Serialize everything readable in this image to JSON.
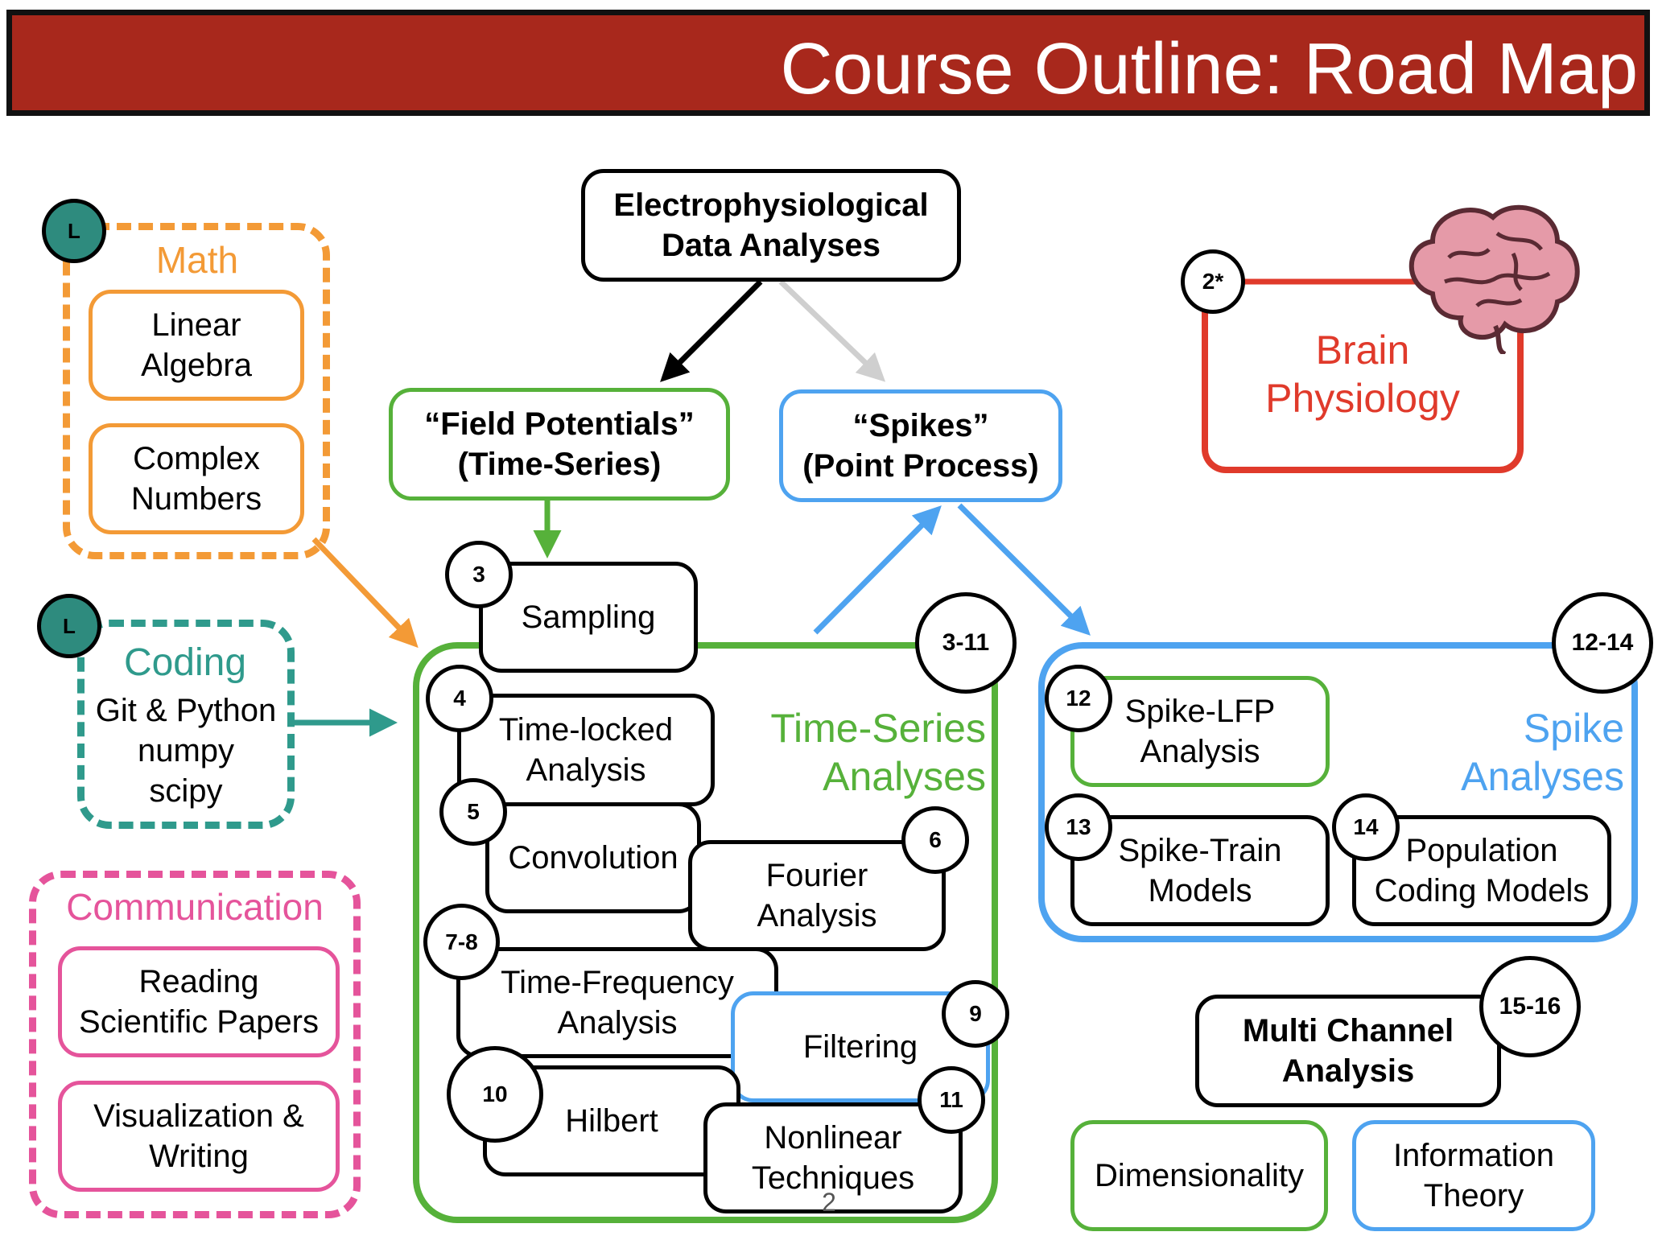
{
  "title": "Course Outline: Road Map",
  "colors": {
    "banner": "#a8281c",
    "math": "#f39a36",
    "coding": "#2f9a8c",
    "communication": "#e5549b",
    "brain": "#e03a2b",
    "timeseries": "#56b13a",
    "spike": "#4ea3f0",
    "lbadge": "#2e8b7e"
  },
  "side": {
    "math": {
      "badge": "L",
      "label": "Math",
      "items": [
        "Linear\nAlgebra",
        "Complex\nNumbers"
      ]
    },
    "coding": {
      "badge": "L",
      "label": "Coding",
      "items": [
        "Git & Python\nnumpy\nscipy"
      ]
    },
    "communication": {
      "label": "Communication",
      "items": [
        "Reading\nScientific Papers",
        "Visualization &\nWriting"
      ]
    }
  },
  "top": {
    "root": "Electrophysiological\nData Analyses",
    "field": "“Field Potentials”\n(Time-Series)",
    "spikes": "“Spikes”\n(Point Process)"
  },
  "brain": {
    "badge": "2*",
    "label": "Brain\nPhysiology",
    "icon": "brain-icon"
  },
  "timeseries": {
    "badge": "3-11",
    "label": "Time-Series\nAnalyses",
    "nodes": {
      "sampling": {
        "badge": "3",
        "label": "Sampling"
      },
      "timelocked": {
        "badge": "4",
        "label": "Time-locked\nAnalysis"
      },
      "convolution": {
        "badge": "5",
        "label": "Convolution"
      },
      "fourier": {
        "badge": "6",
        "label": "Fourier\nAnalysis"
      },
      "timefreq": {
        "badge": "7-8",
        "label": "Time-Frequency\nAnalysis"
      },
      "filtering": {
        "badge": "9",
        "label": "Filtering"
      },
      "hilbert": {
        "badge": "10",
        "label": "Hilbert"
      },
      "nonlinear": {
        "badge": "11",
        "label": "Nonlinear\nTechniques"
      }
    }
  },
  "spike": {
    "badge": "12-14",
    "label": "Spike\nAnalyses",
    "nodes": {
      "lfp": {
        "badge": "12",
        "label": "Spike-LFP\nAnalysis"
      },
      "train": {
        "badge": "13",
        "label": "Spike-Train\nModels"
      },
      "population": {
        "badge": "14",
        "label": "Population\nCoding Models"
      }
    }
  },
  "multichannel": {
    "badge": "15-16",
    "label": "Multi Channel\nAnalysis"
  },
  "dimensionality": "Dimensionality",
  "information": "Information\nTheory",
  "page_number": "2"
}
